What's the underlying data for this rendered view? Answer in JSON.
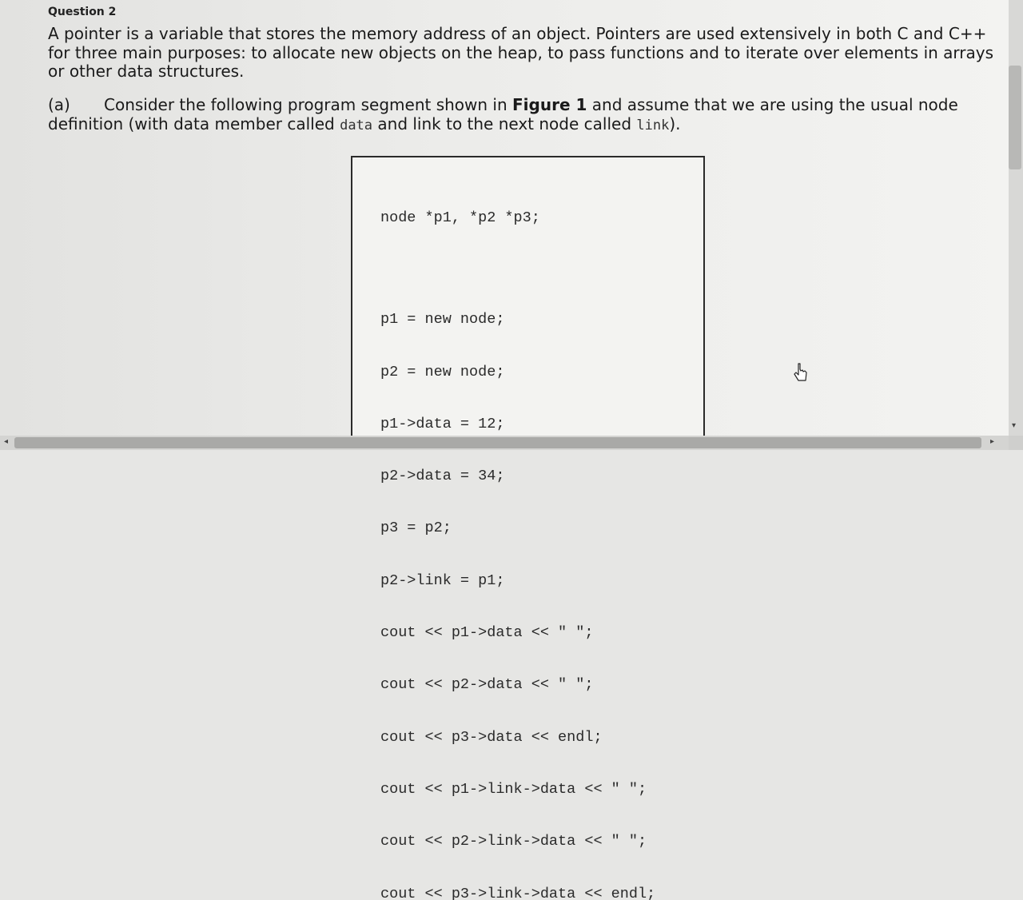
{
  "question": {
    "title": "Question 2",
    "intro": "A pointer is a variable that stores the memory address of an object. Pointers are used extensively in both C and C++ for three main purposes: to allocate new objects on the heap, to pass functions and to iterate over elements in arrays or other data structures."
  },
  "part_a": {
    "label": "(a)",
    "text_1": "Consider the following program segment shown in ",
    "figure_ref": "Figure 1",
    "text_2": " and assume that we are using the usual node definition (with data member called ",
    "code_data": "data",
    "text_3": " and link to the next node called ",
    "code_link": "link",
    "text_4": ")."
  },
  "code": {
    "declaration": "node *p1, *p2 *p3;",
    "lines": [
      "p1 = new node;",
      "p2 = new node;",
      "p1->data = 12;",
      "p2->data = 34;",
      "p3 = p2;",
      "p2->link = p1;",
      "cout << p1->data << \" \";",
      "cout << p2->data << \" \";",
      "cout << p3->data << endl;",
      "cout << p1->link->data << \" \";",
      "cout << p2->link->data << \" \";",
      "cout << p3->link->data << endl;"
    ]
  },
  "scrollbars": {
    "vertical_down_arrow": "▾",
    "horizontal_left_arrow": "◂",
    "horizontal_right_arrow": "▸"
  },
  "icons": {
    "cursor": "mouse-pointer-icon"
  }
}
